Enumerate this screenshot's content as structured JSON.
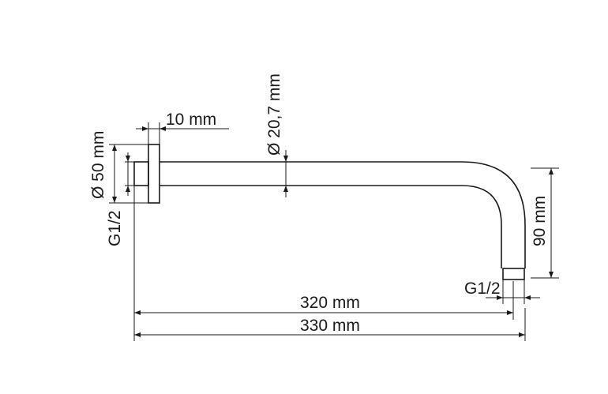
{
  "drawing": {
    "labels": {
      "flange_thickness": "10 mm",
      "pipe_diameter": "Ø 20,7 mm",
      "flange_diameter": "Ø 50 mm",
      "wall_thread": "G1/2",
      "outlet_thread": "G1/2",
      "drop_height": "90 mm",
      "arm_length_inner": "320 mm",
      "arm_length_total": "330 mm"
    },
    "colors": {
      "line": "#1a1a1a",
      "background": "#ffffff"
    }
  }
}
